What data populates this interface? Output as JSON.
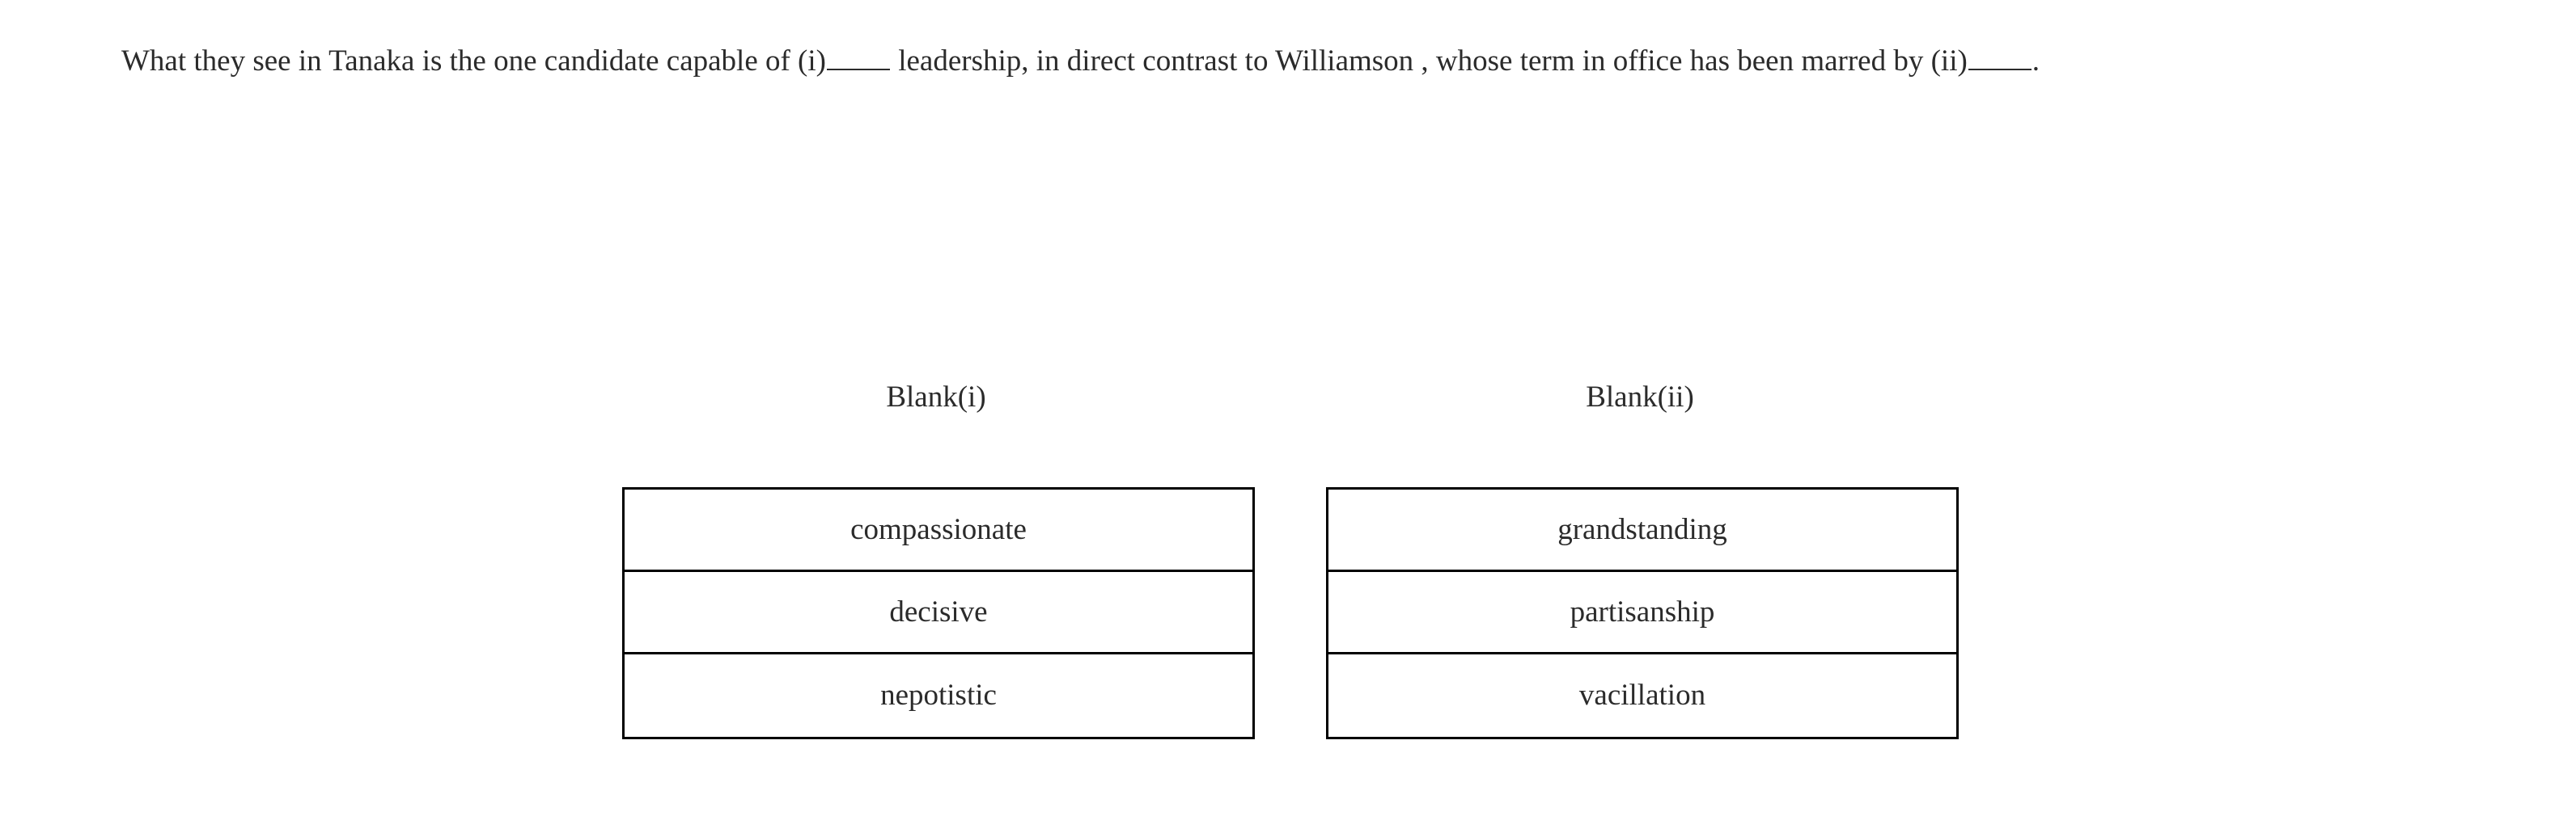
{
  "page": {
    "background_color": "#ffffff",
    "text_color": "#2b2b2b",
    "border_color": "#000000"
  },
  "question": {
    "segment_1": "What they see in Tanaka is the one candidate capable of (i)",
    "blank_1_marker": "(i)",
    "segment_2": " leadership, in direct contrast to Williamson , whose term in office has been marred by (ii)",
    "blank_2_marker": "(ii)",
    "segment_3": ".",
    "full_text": "What they see in Tanaka is the one candidate capable of (i)_____ leadership, in direct contrast to Williamson , whose term in office has been marred by (ii)_____."
  },
  "answer_area": {
    "groups": [
      {
        "header": "Blank(i)",
        "options": [
          {
            "label": "compassionate"
          },
          {
            "label": "decisive"
          },
          {
            "label": "nepotistic"
          }
        ]
      },
      {
        "header": "Blank(ii)",
        "options": [
          {
            "label": "grandstanding"
          },
          {
            "label": "partisanship"
          },
          {
            "label": "vacillation"
          }
        ]
      }
    ]
  }
}
